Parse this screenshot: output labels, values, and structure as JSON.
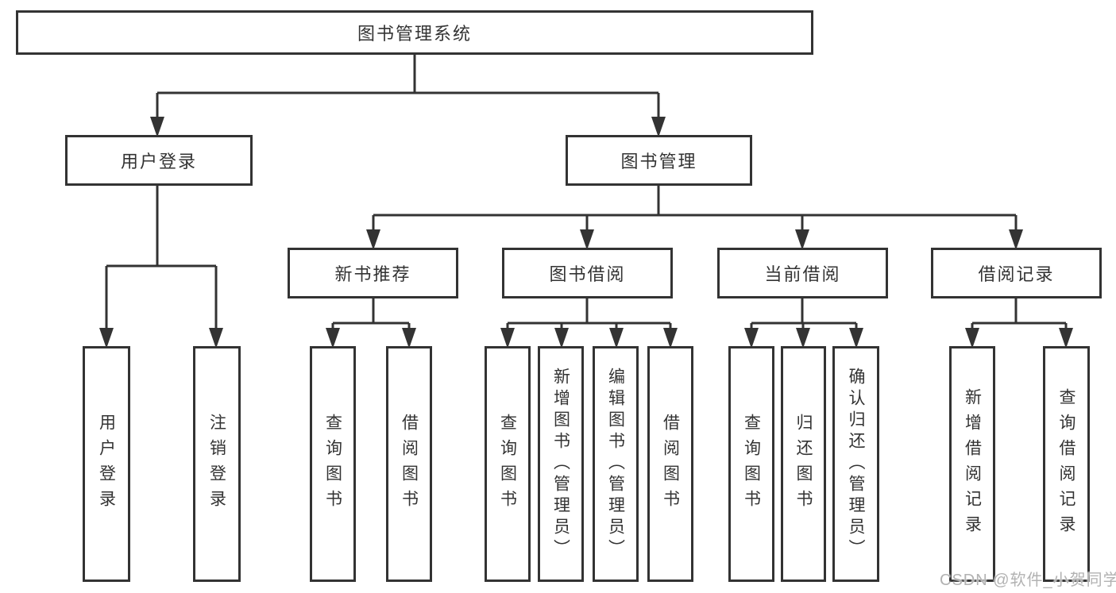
{
  "tree": {
    "root": {
      "label": "图书管理系统"
    },
    "branches": [
      {
        "label": "用户登录",
        "children": [
          {
            "label": "用户登录"
          },
          {
            "label": "注销登录"
          }
        ]
      },
      {
        "label": "图书管理",
        "children": [
          {
            "label": "新书推荐",
            "children": [
              {
                "label": "查询图书"
              },
              {
                "label": "借阅图书"
              }
            ]
          },
          {
            "label": "图书借阅",
            "children": [
              {
                "label": "查询图书"
              },
              {
                "label": "新增图书（管理员）"
              },
              {
                "label": "编辑图书（管理员）"
              },
              {
                "label": "借阅图书"
              }
            ]
          },
          {
            "label": "当前借阅",
            "children": [
              {
                "label": "查询图书"
              },
              {
                "label": "归还图书"
              },
              {
                "label": "确认归还（管理员）"
              }
            ]
          },
          {
            "label": "借阅记录",
            "children": [
              {
                "label": "新增借阅记录"
              },
              {
                "label": "查询借阅记录"
              }
            ]
          }
        ]
      }
    ]
  },
  "watermark": {
    "text": "CSDN @软件_小贺同学"
  },
  "colors": {
    "line": "#333333",
    "box_border": "#333333",
    "box_fill": "#ffffff",
    "text": "#333333",
    "watermark": "#b2b2b2",
    "background": "#ffffff"
  }
}
